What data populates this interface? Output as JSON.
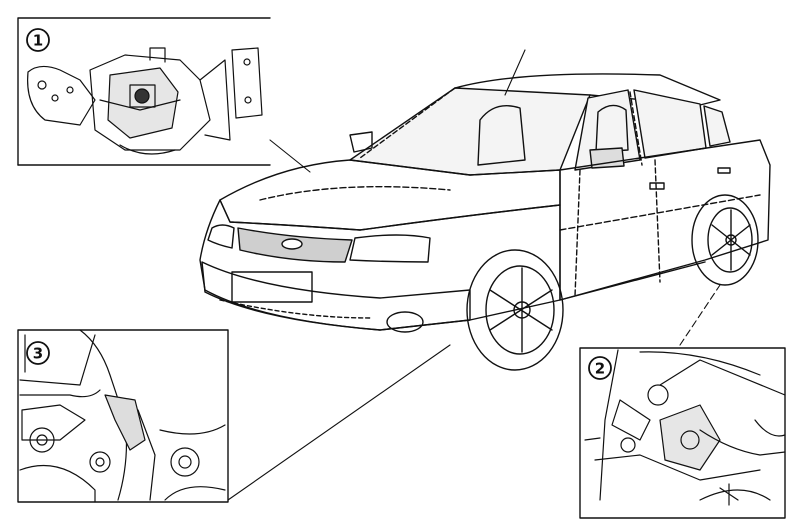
{
  "figure": {
    "callouts": [
      {
        "number": "1",
        "depicts": "hood-latch"
      },
      {
        "number": "2",
        "depicts": "rear-wheel-sensor"
      },
      {
        "number": "3",
        "depicts": "front-wheel-sensor"
      }
    ],
    "colors": {
      "line": "#111111",
      "background": "#ffffff",
      "glass": "#f2f2f2"
    },
    "subject_icon": "sedan-car-icon"
  }
}
